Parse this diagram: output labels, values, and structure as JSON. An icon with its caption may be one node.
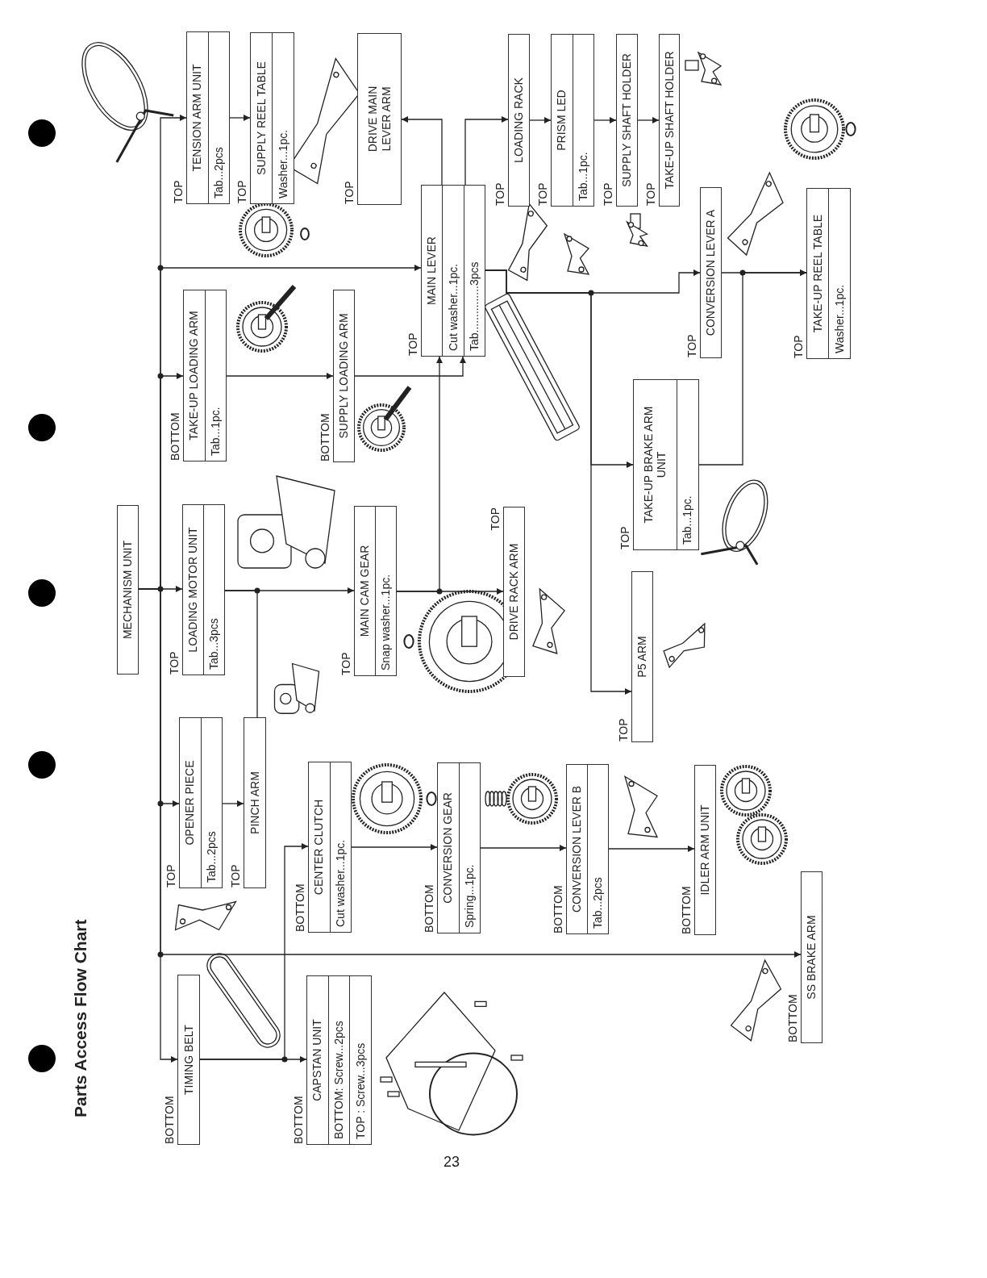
{
  "diagram": {
    "title": "Parts Access Flow Chart",
    "nodes": [
      {
        "text": [
          "MECHANISM UNIT"
        ]
      },
      {
        "text": [
          "BOTTOM",
          "TIMING BELT"
        ]
      },
      {
        "text": [
          "BOTTOM",
          "CAPSTAN UNIT",
          "BOTTOM: Screw...2pcs",
          "TOP : Screw...3pcs"
        ]
      },
      {
        "text": [
          "TOP",
          "OPENER PIECE",
          "Tab...2pcs"
        ]
      },
      {
        "text": [
          "TOP",
          "PINCH ARM"
        ]
      },
      {
        "text": [
          "TOP",
          "LOADING MOTOR UNIT",
          "Tab...3pcs"
        ]
      },
      {
        "text": [
          "TOP",
          "MAIN CAM GEAR",
          "Snap washer...1pc."
        ]
      },
      {
        "text": [
          "TOP",
          "DRIVE RACK ARM"
        ]
      },
      {
        "text": [
          "BOTTOM",
          "TAKE-UP LOADING ARM",
          "Tab...1pc."
        ]
      },
      {
        "text": [
          "BOTTOM",
          "SUPPLY LOADING ARM"
        ]
      },
      {
        "text": [
          "TOP",
          "MAIN LEVER",
          "Cut washer...1pc.",
          "Tab...............3pcs"
        ]
      },
      {
        "text": [
          "TOP",
          "TENSION ARM UNIT",
          "Tab...2pcs"
        ]
      },
      {
        "text": [
          "TOP",
          "SUPPLY REEL TABLE",
          "Washer...1pc."
        ]
      },
      {
        "text": [
          "TOP",
          "DRIVE MAIN LEVER ARM"
        ]
      },
      {
        "text": [
          "TOP",
          "LOADING RACK"
        ]
      },
      {
        "text": [
          "TOP",
          "PRISM LED",
          "Tab...1pc."
        ]
      },
      {
        "text": [
          "TOP",
          "SUPPLY SHAFT HOLDER"
        ]
      },
      {
        "text": [
          "TOP",
          "TAKE-UP SHAFT HOLDER"
        ]
      },
      {
        "text": [
          "TOP",
          "CONVERSION LEVER A"
        ]
      },
      {
        "text": [
          "TOP",
          "TAKE-UP REEL TABLE",
          "Washer...1pc."
        ]
      },
      {
        "text": [
          "TOP",
          "TAKE-UP BRAKE ARM UNIT",
          "Tab...1pc."
        ]
      },
      {
        "text": [
          "TOP",
          "P5 ARM"
        ]
      },
      {
        "text": [
          "BOTTOM",
          "CENTER CLUTCH",
          "Cut washer...1pc."
        ]
      },
      {
        "text": [
          "BOTTOM",
          "CONVERSION GEAR",
          "Spring...1pc."
        ]
      },
      {
        "text": [
          "BOTTOM",
          "CONVERSION LEVER B",
          "Tab...2pcs"
        ]
      },
      {
        "text": [
          "BOTTOM",
          "IDLER ARM UNIT"
        ]
      },
      {
        "text": [
          "BOTTOM",
          "SS BRAKE ARM"
        ]
      }
    ],
    "edges": [
      {
        "from": 0,
        "to": 11,
        "arrow": "to"
      },
      {
        "from": 0,
        "to": 10,
        "arrow": "to"
      },
      {
        "from": 0,
        "to": 8,
        "arrow": "to"
      },
      {
        "from": 0,
        "to": 5,
        "arrow": "to"
      },
      {
        "from": 0,
        "to": 3,
        "arrow": "to"
      },
      {
        "from": 0,
        "to": 26,
        "arrow": "to"
      },
      {
        "from": 0,
        "to": 1,
        "arrow": "to"
      },
      {
        "from": 11,
        "to": 12,
        "arrow": "to"
      },
      {
        "from": 8,
        "to": 9,
        "arrow": "to"
      },
      {
        "from": 9,
        "to": 10,
        "arrow": "to"
      },
      {
        "from": 5,
        "to": 6,
        "arrow": "to"
      },
      {
        "from": 5,
        "to": 4,
        "arrow": "none"
      },
      {
        "from": 6,
        "to": 7,
        "arrow": "to"
      },
      {
        "from": 6,
        "to": 10,
        "arrow": "to"
      },
      {
        "from": 3,
        "to": 4,
        "arrow": "to"
      },
      {
        "from": 1,
        "to": 2,
        "arrow": "to"
      },
      {
        "from": 1,
        "to": 22,
        "arrow": "to"
      },
      {
        "from": 10,
        "to": 13,
        "arrow": "to"
      },
      {
        "from": 10,
        "to": 14,
        "arrow": "to"
      },
      {
        "from": 14,
        "to": 15,
        "arrow": "to"
      },
      {
        "from": 15,
        "to": 16,
        "arrow": "to"
      },
      {
        "from": 16,
        "to": 17,
        "arrow": "to"
      },
      {
        "from": 10,
        "to": 18,
        "arrow": "to"
      },
      {
        "from": 10,
        "to": 20,
        "arrow": "to"
      },
      {
        "from": 10,
        "to": 21,
        "arrow": "to"
      },
      {
        "from": 18,
        "to": 19,
        "arrow": "to"
      },
      {
        "from": 20,
        "to": 19,
        "arrow": "to"
      },
      {
        "from": 22,
        "to": 23,
        "arrow": "to"
      },
      {
        "from": 23,
        "to": 24,
        "arrow": "to"
      },
      {
        "from": 24,
        "to": 25,
        "arrow": "to"
      }
    ],
    "labels": [
      "23"
    ]
  }
}
